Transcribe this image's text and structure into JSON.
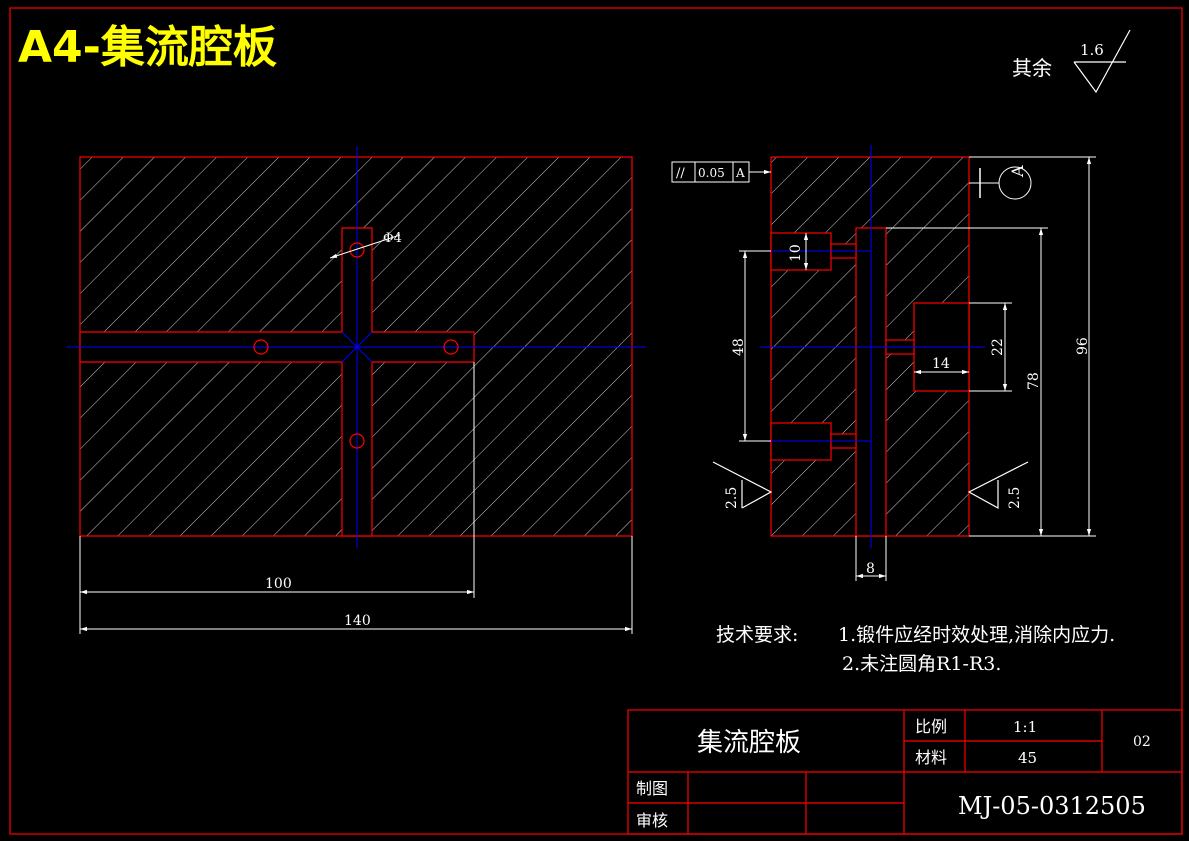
{
  "page": {
    "title": "A4-集流腔板",
    "roughness_general_label": "其余",
    "roughness_general_value": "1.6"
  },
  "front_view": {
    "hole_dia_label": "Φ4",
    "dim_overall_width": "100",
    "dim_plate_width": "140"
  },
  "side_view": {
    "tolerance_symbol": "//",
    "tolerance_value": "0.05",
    "tolerance_datum": "A",
    "datum_label": "A",
    "dim_10": "10",
    "dim_48": "48",
    "dim_22": "22",
    "dim_14": "14",
    "dim_78": "78",
    "dim_96": "96",
    "dim_8": "8",
    "roughness_left": "2.5",
    "roughness_right": "2.5"
  },
  "tech_requirements": {
    "heading": "技术要求:",
    "items": [
      "1.锻件应经时效处理,消除内应力.",
      "2.未注圆角R1-R3."
    ]
  },
  "title_block": {
    "part_name": "集流腔板",
    "scale_label": "比例",
    "scale_value": "1:1",
    "material_label": "材料",
    "material_value": "45",
    "sheet_no": "02",
    "drawn_label": "制图",
    "checked_label": "审核",
    "drawing_number": "MJ-05-0312505"
  },
  "colors": {
    "background": "#000000",
    "outline": "#ff0000",
    "hatch": "#ffffff",
    "centerline": "#0000ff",
    "title": "#ffff00",
    "text": "#ffffff"
  }
}
